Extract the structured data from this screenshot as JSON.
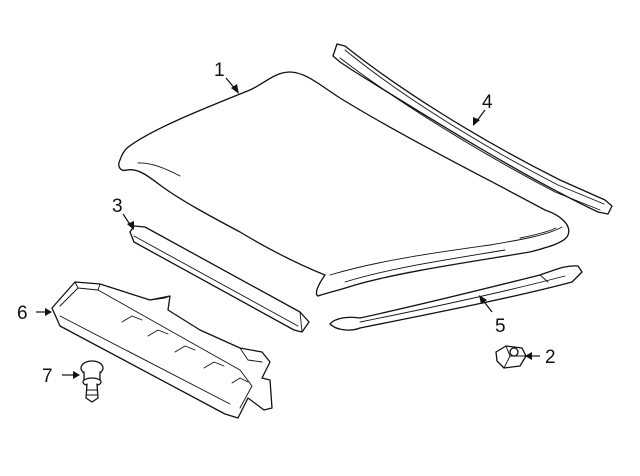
{
  "diagram": {
    "callouts": {
      "part1": "1",
      "part2": "2",
      "part3": "3",
      "part4": "4",
      "part5": "5",
      "part6": "6",
      "part7": "7"
    },
    "line_color": "#111111",
    "background": "#ffffff"
  }
}
